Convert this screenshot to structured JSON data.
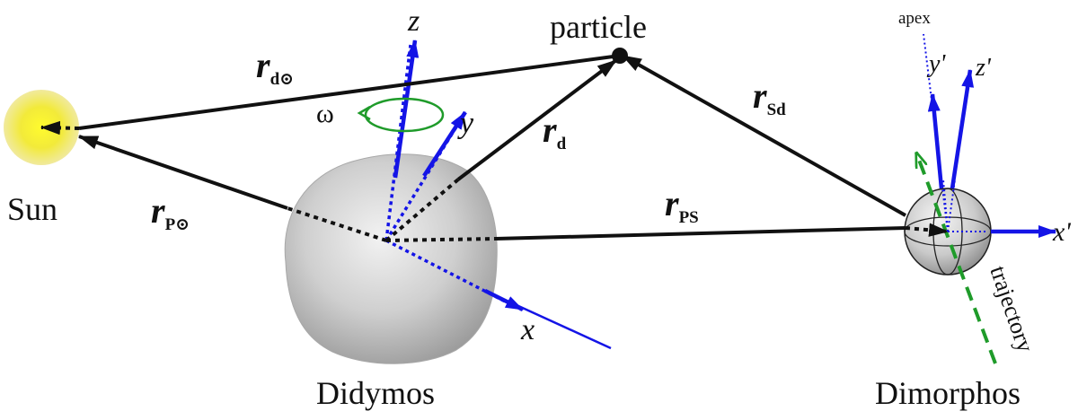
{
  "labels": {
    "particle": "particle",
    "sun": "Sun",
    "didymos": "Didymos",
    "dimorphos": "Dimorphos",
    "apex": "apex",
    "trajectory": "trajectory",
    "omega": "ω"
  },
  "vectors": {
    "r_dsun": {
      "main": "r",
      "sub": "d⊙"
    },
    "r_psun": {
      "main": "r",
      "sub": "P⊙"
    },
    "r_d": {
      "main": "r",
      "sub": "d"
    },
    "r_sd": {
      "main": "r",
      "sub": "Sd"
    },
    "r_ps": {
      "main": "r",
      "sub": "PS"
    }
  },
  "axes": {
    "x": "x",
    "y": "y",
    "z": "z",
    "x_prime": "x'",
    "y_prime": "y'",
    "z_prime": "z'"
  },
  "colors": {
    "axis_blue": "#1414e6",
    "rotation_green": "#1f9b2a",
    "trajectory_green": "#1f9b2a",
    "sun_yellow": "#f0e62a",
    "body_gray": "#c8c8c8",
    "vector_black": "#111111"
  }
}
